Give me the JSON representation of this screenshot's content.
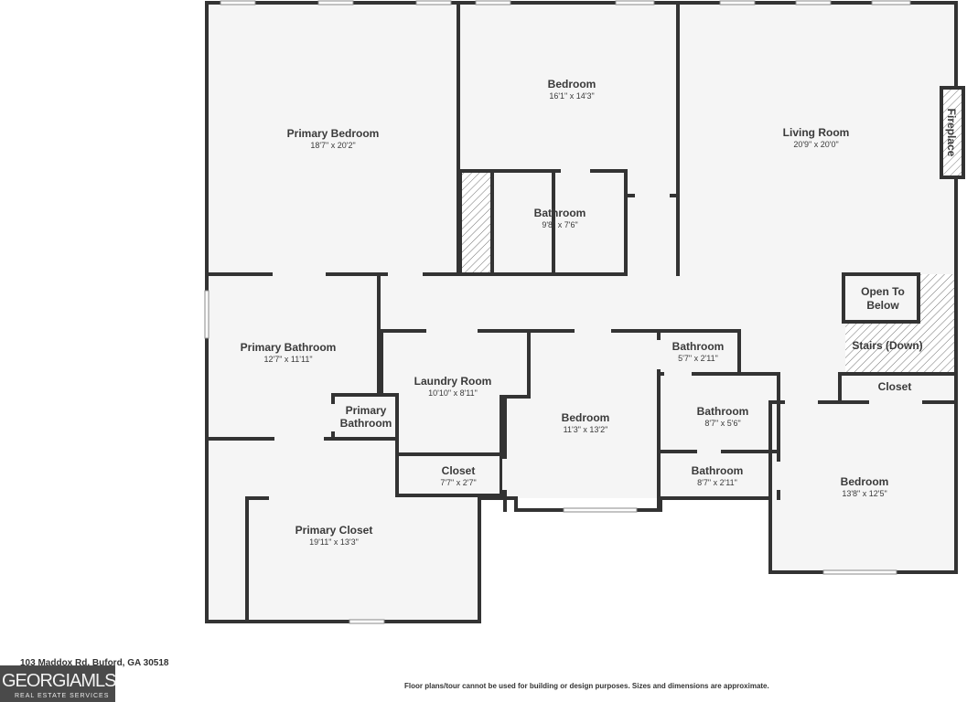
{
  "rooms": [
    {
      "id": "primary-bedroom",
      "name": "Primary Bedroom",
      "dim": "18'7\" x 20'2\""
    },
    {
      "id": "bedroom-top",
      "name": "Bedroom",
      "dim": "16'1\" x 14'3\""
    },
    {
      "id": "living-room",
      "name": "Living Room",
      "dim": "20'9\" x 20'0\""
    },
    {
      "id": "bathroom-hall",
      "name": "Bathroom",
      "dim": "9'8\" x 7'6\""
    },
    {
      "id": "primary-bathroom",
      "name": "Primary Bathroom",
      "dim": "12'7\" x 11'11\""
    },
    {
      "id": "primary-bathroom-small",
      "name": "Primary Bathroom",
      "dim": ""
    },
    {
      "id": "laundry-room",
      "name": "Laundry Room",
      "dim": "10'10\" x 8'11\""
    },
    {
      "id": "bedroom-middle",
      "name": "Bedroom",
      "dim": "11'3\" x 13'2\""
    },
    {
      "id": "bathroom-a",
      "name": "Bathroom",
      "dim": "5'7\" x 2'11\""
    },
    {
      "id": "bathroom-b",
      "name": "Bathroom",
      "dim": "8'7\" x 5'6\""
    },
    {
      "id": "bathroom-c",
      "name": "Bathroom",
      "dim": "8'7\" x 2'11\""
    },
    {
      "id": "closet-small",
      "name": "Closet",
      "dim": "7'7\" x 2'7\""
    },
    {
      "id": "closet-right",
      "name": "Closet",
      "dim": ""
    },
    {
      "id": "bedroom-right",
      "name": "Bedroom",
      "dim": "13'8\" x 12'5\""
    },
    {
      "id": "primary-closet",
      "name": "Primary Closet",
      "dim": "19'11\" x 13'3\""
    },
    {
      "id": "open-to-below",
      "name": "Open To Below",
      "dim": ""
    },
    {
      "id": "stairs",
      "name": "Stairs (Down)",
      "dim": ""
    }
  ],
  "fireplace_label": "Fireplace",
  "address": "103 Maddox Rd, Buford, GA 30518",
  "disclaimer": "Floor plans/tour cannot be used for building or design purposes. Sizes and dimensions are approximate.",
  "logo": {
    "main": "GEORGIAMLS",
    "sub": "REAL ESTATE SERVICES"
  },
  "colors": {
    "floor": "#f5f5f5",
    "wall": "#333333",
    "background": "#ffffff"
  }
}
